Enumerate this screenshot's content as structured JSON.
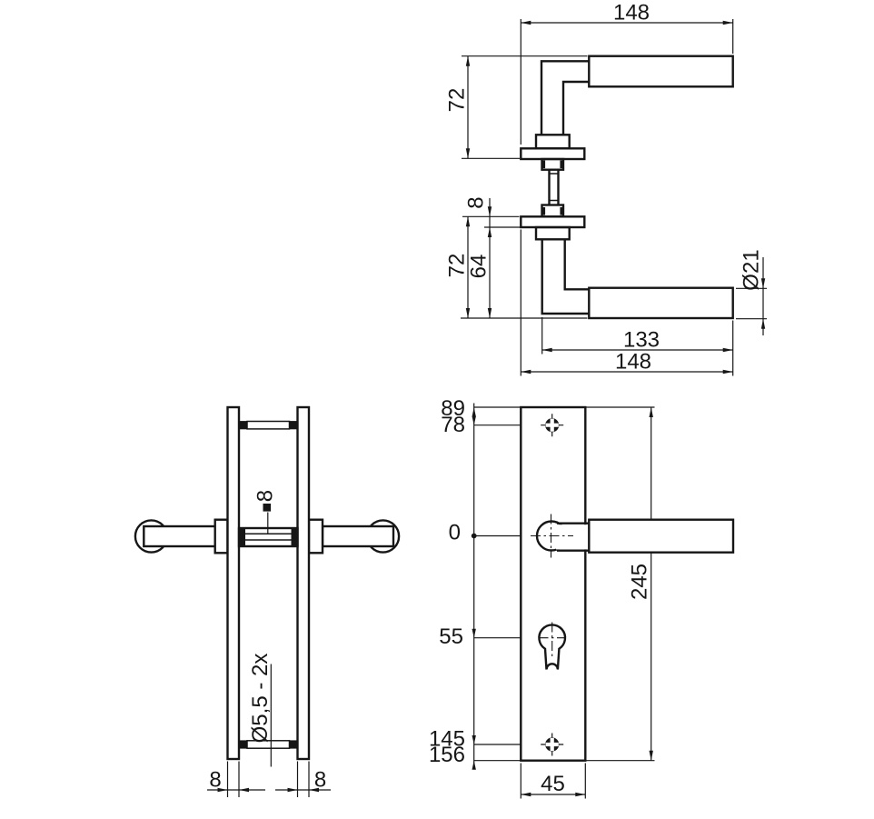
{
  "top_view": {
    "total_width_top": "148",
    "height_upper": "72",
    "rosette_thickness": "8",
    "height_lower": "72",
    "neck_height": "64",
    "grip_diameter": "Ø21",
    "grip_length": "133",
    "total_width_bottom": "148"
  },
  "side_view": {
    "spindle_square": "8",
    "screw_holes": "Ø5,5 - 2x",
    "plate_thickness_left": "8",
    "plate_thickness_right": "8"
  },
  "front_view": {
    "plate_top_offset": "89",
    "top_screw_offset": "78",
    "handle_centre": "0",
    "cylinder_centre": "55",
    "bottom_screw_offset": "145",
    "plate_bottom_offset": "156",
    "plate_length": "245",
    "plate_width": "45"
  }
}
